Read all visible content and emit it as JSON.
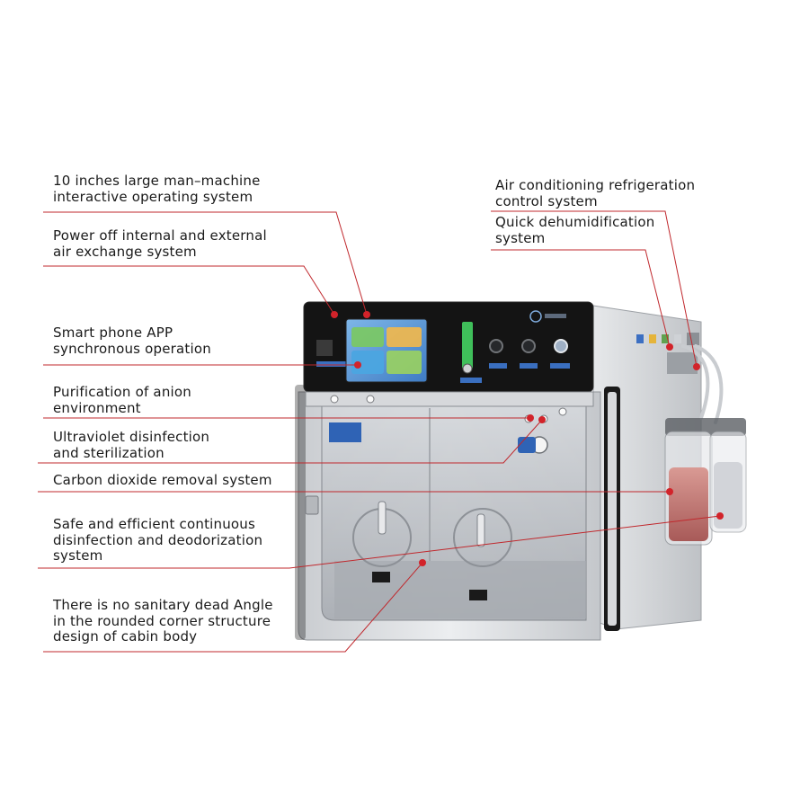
{
  "callouts_left": [
    {
      "id": "touchscreen",
      "text": "10 inches large man–machine\ninteractive operating system"
    },
    {
      "id": "air-exchange",
      "text": "Power off internal and external\nair exchange system"
    },
    {
      "id": "app",
      "text": "Smart phone APP\nsynchronous operation"
    },
    {
      "id": "anion",
      "text": "Purification of anion\nenvironment"
    },
    {
      "id": "uv",
      "text": "Ultraviolet disinfection\nand sterilization"
    },
    {
      "id": "co2",
      "text": "Carbon dioxide removal system"
    },
    {
      "id": "disinfection",
      "text": "Safe and efficient continuous\ndisinfection and deodorization\nsystem"
    },
    {
      "id": "dead-angle",
      "text": "There is no sanitary dead Angle\nin the rounded corner structure\ndesign of cabin body"
    }
  ],
  "callouts_right": [
    {
      "id": "refrigeration",
      "text": "Air conditioning refrigeration\ncontrol system"
    },
    {
      "id": "dehumidification",
      "text": "Quick dehumidification\nsystem"
    }
  ],
  "colors": {
    "leader_line": "#c0282d",
    "leader_dot": "#d2232a",
    "label_text": "#1a1a1a",
    "panel_black": "#141414",
    "cabinet_silver": "#d9dbde",
    "screen_blue": "#5a8fd0",
    "flowmeter_green": "#3fbf5a"
  },
  "icons": {
    "brand": "circular-logo-icon",
    "buttons": "round-button-icon"
  }
}
